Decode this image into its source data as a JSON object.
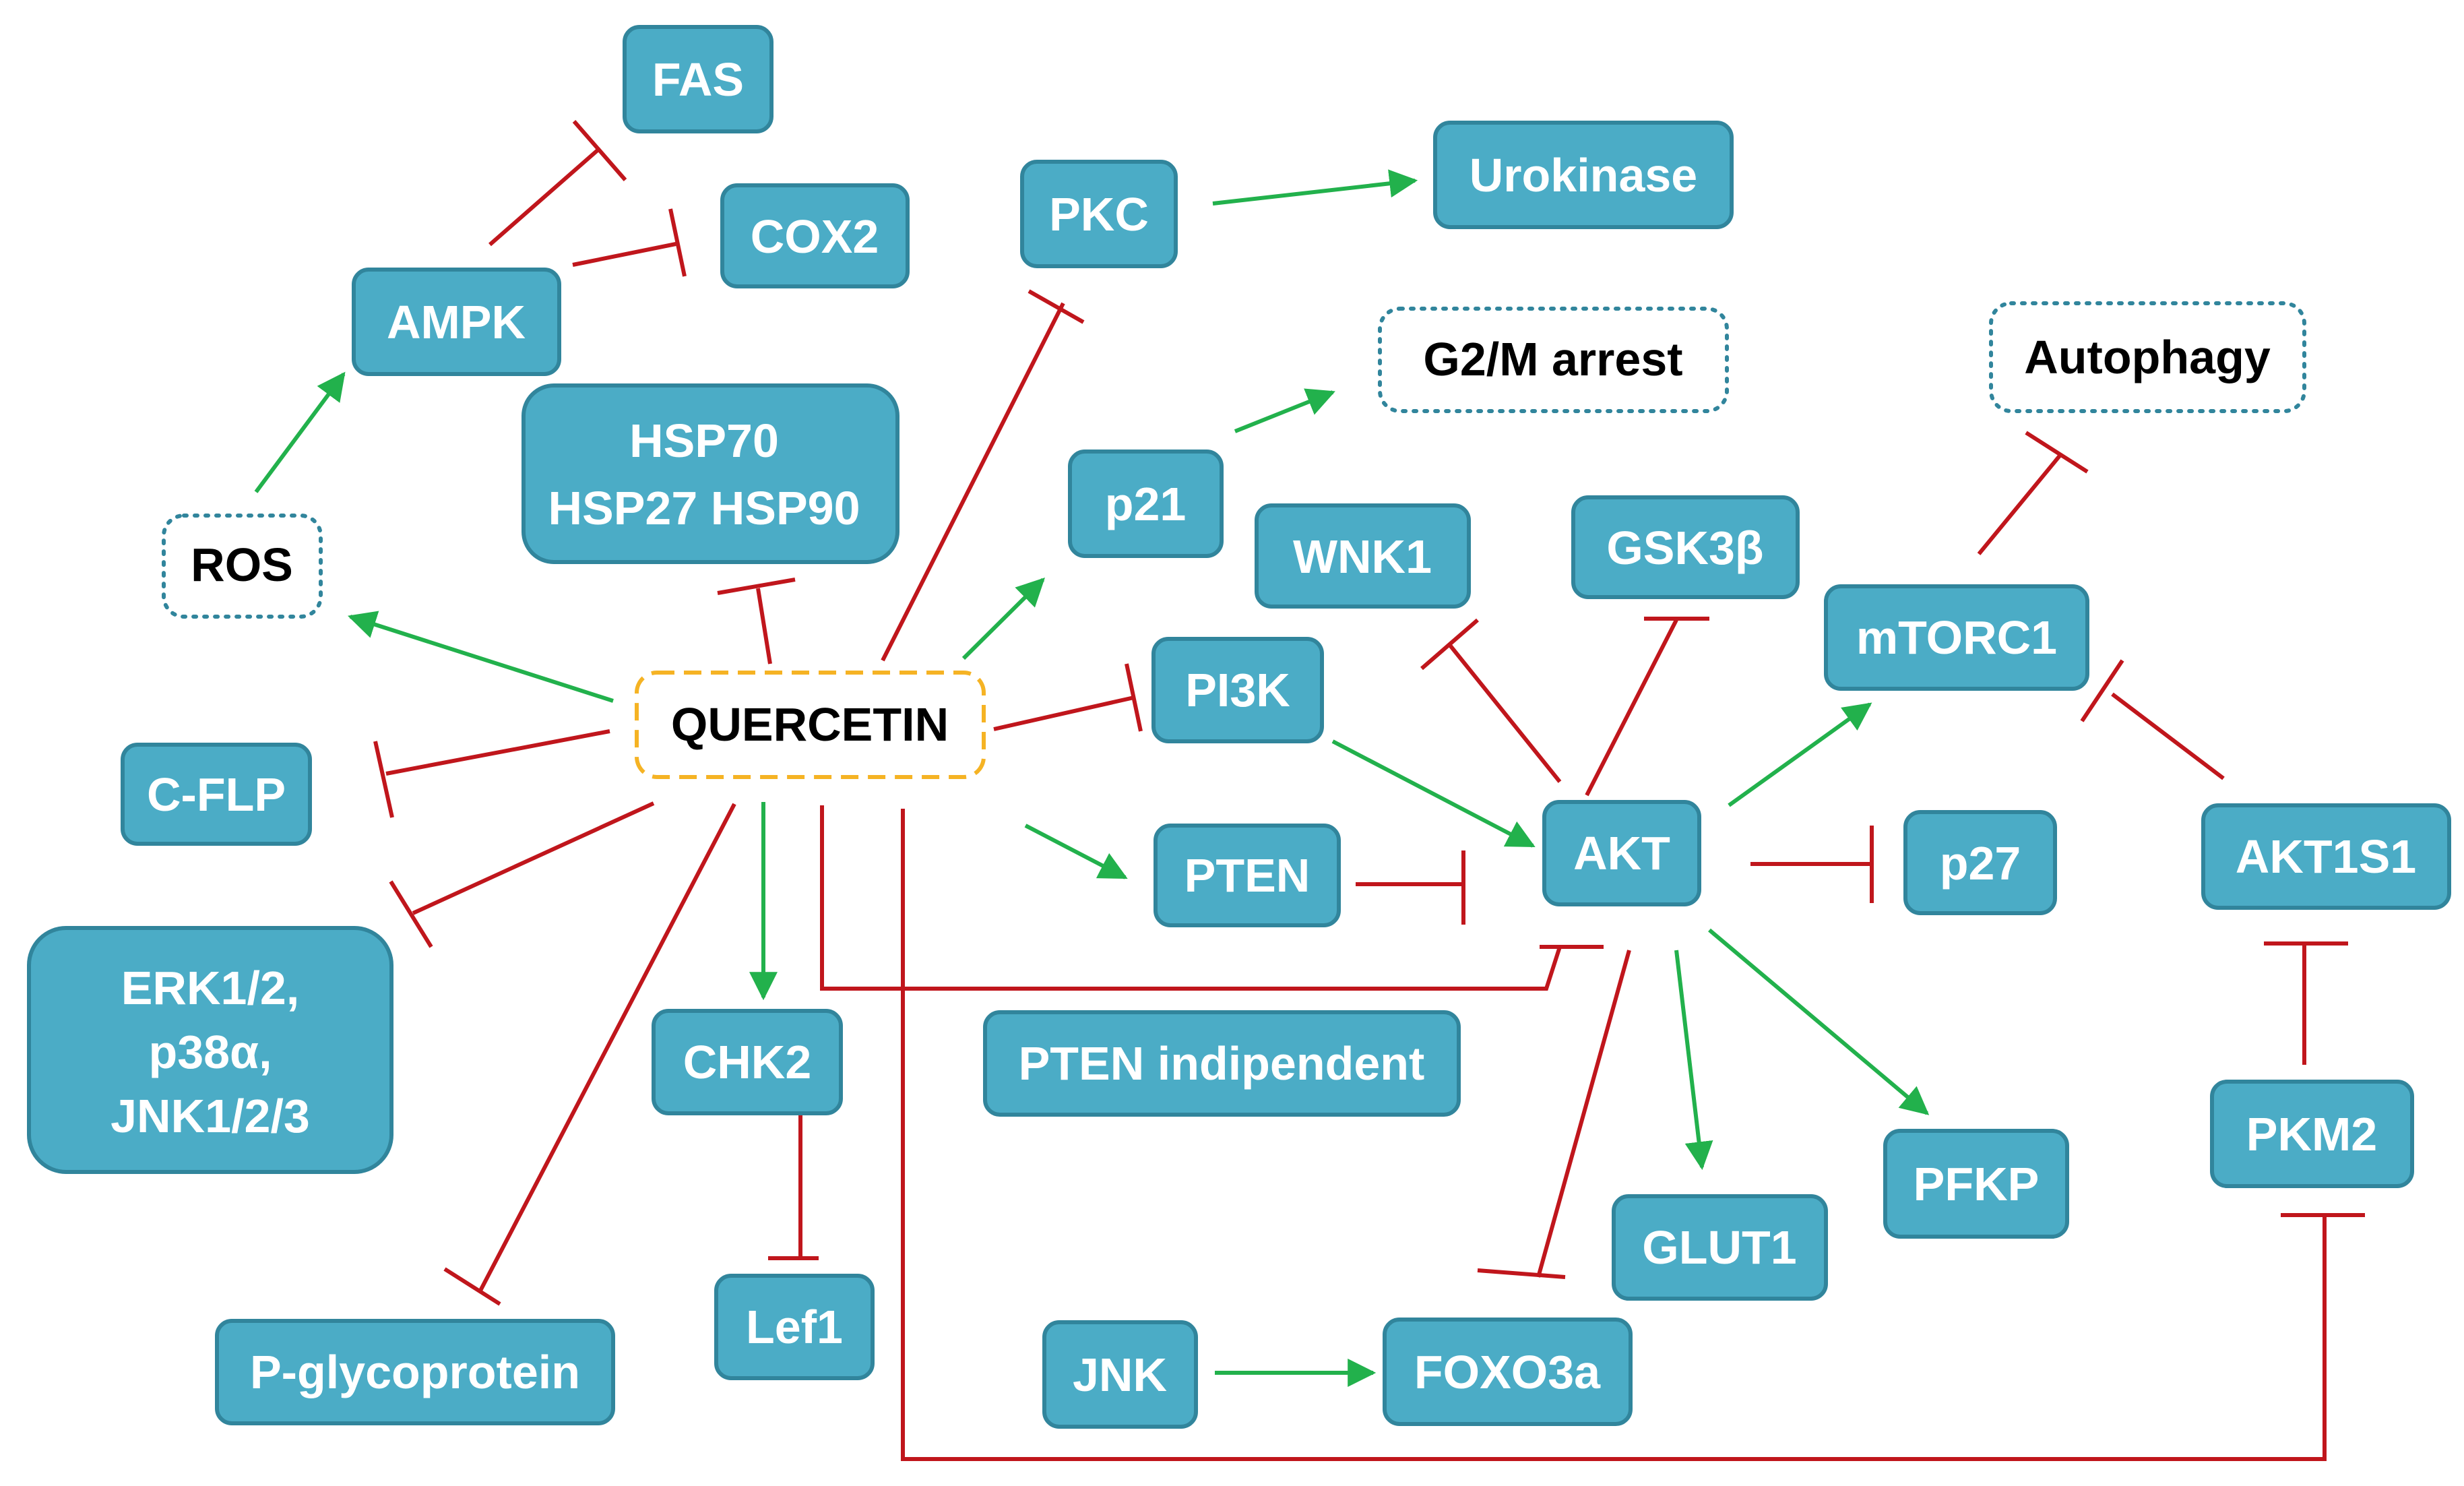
{
  "colors": {
    "node_fill": "#4BACC6",
    "node_stroke": "#31859C",
    "activation": "#22B14C",
    "inhibition": "#C0161C",
    "center_border": "#F5B324",
    "outcome_border": "#31859C"
  },
  "nodes": {
    "quercetin": "QUERCETIN",
    "fas": "FAS",
    "cox2": "COX2",
    "ampk": "AMPK",
    "ros": "ROS",
    "hsp": {
      "line1": "HSP70",
      "line2": "HSP27 HSP90"
    },
    "pkc": "PKC",
    "urokinase": "Urokinase",
    "g2m": "G2/M arrest",
    "autophagy": "Autophagy",
    "p21": "p21",
    "wnk1": "WNK1",
    "gsk3b": "GSK3β",
    "mtorc1": "mTORC1",
    "pi3k": "PI3K",
    "cflp": "C-FLP",
    "erk": {
      "line1": "ERK1/2,",
      "line2": "p38α,",
      "line3": "JNK1/2/3"
    },
    "chk2": "CHK2",
    "pten": "PTEN",
    "akt": "AKT",
    "p27": "p27",
    "akt1s1": "AKT1S1",
    "pten_indep": "PTEN indipendent",
    "pkm2": "PKM2",
    "pfkp": "PFKP",
    "glut1": "GLUT1",
    "lef1": "Lef1",
    "pglyco": "P-glycoprotein",
    "jnk": "JNK",
    "foxo3a": "FOXO3a"
  }
}
